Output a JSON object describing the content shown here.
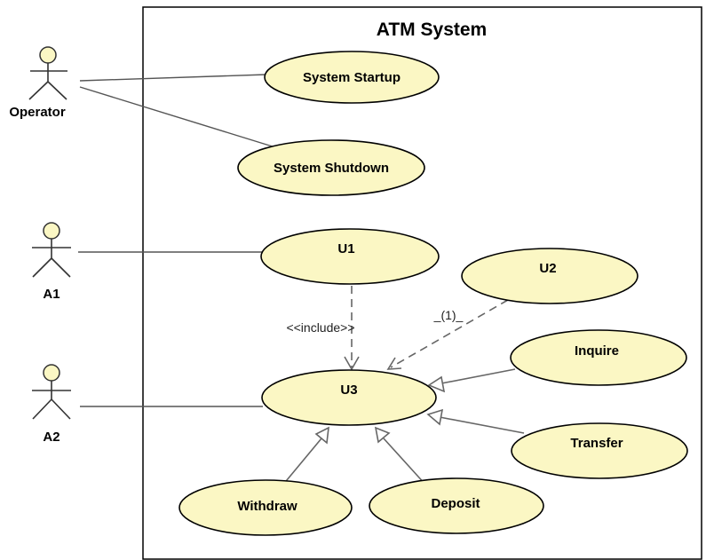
{
  "system": {
    "title": "ATM System"
  },
  "actors": {
    "operator": "Operator",
    "a1": "A1",
    "a2": "A2"
  },
  "use_cases": {
    "startup": "System Startup",
    "shutdown": "System Shutdown",
    "u1": "U1",
    "u2": "U2",
    "u3": "U3",
    "inquire": "Inquire",
    "transfer": "Transfer",
    "withdraw": "Withdraw",
    "deposit": "Deposit"
  },
  "relations": {
    "include_label": "<<include>>",
    "u2_label": "_(1)_"
  },
  "colors": {
    "use_case_fill": "#fbf7c4",
    "outline": "#000000"
  }
}
